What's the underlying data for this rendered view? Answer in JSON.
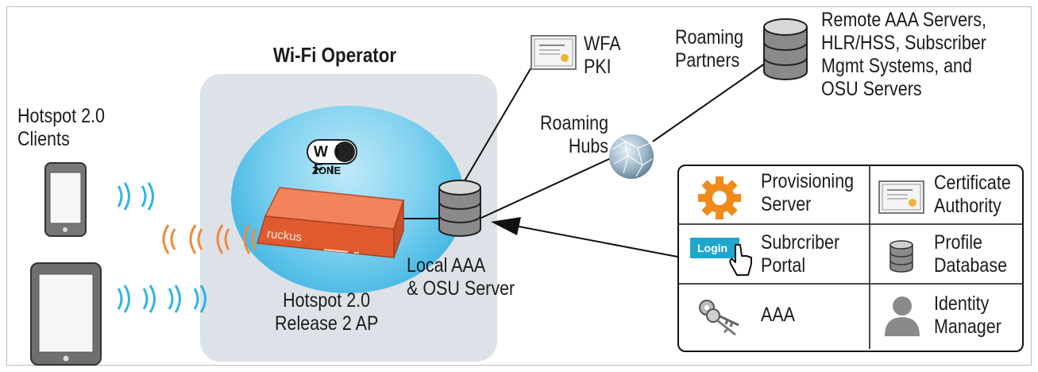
{
  "operator": {
    "title": "Wi-Fi Operator"
  },
  "clients": {
    "label": "Hotspot 2.0\n        Clients"
  },
  "ap": {
    "label": "Hotspot 2.0\nRelease 2 AP",
    "brand": "ruckus"
  },
  "wifi_zone": {
    "logo_text": "Wi Fi",
    "zone_label": "ZONE"
  },
  "local_server": {
    "label": "Local AAA\n& OSU Server"
  },
  "wfa_pki": {
    "label": "WFA\nPKI"
  },
  "roaming_hubs": {
    "label": "Roaming\nHubs"
  },
  "roaming_partners": {
    "label": "Roaming\nPartners"
  },
  "remote_servers": {
    "label": "Remote AAA Servers,\nHLR/HSS, Subscriber\nMgmt Systems, and\nOSU Servers"
  },
  "legend": {
    "provisioning": "Provisioning\nServer",
    "certificate": "Certificate\nAuthority",
    "login_button": "Login",
    "subscriber": "Subrcriber\nPortal",
    "profile": "Profile\nDatabase",
    "aaa": "AAA",
    "identity": "Identity\nManager"
  },
  "colors": {
    "wifi_waves": "#2fb4e4",
    "ap_waves": "#f08a3c",
    "ap_body": "#e8633a",
    "panel": "#dde2e8",
    "gear": "#f08a1c"
  }
}
